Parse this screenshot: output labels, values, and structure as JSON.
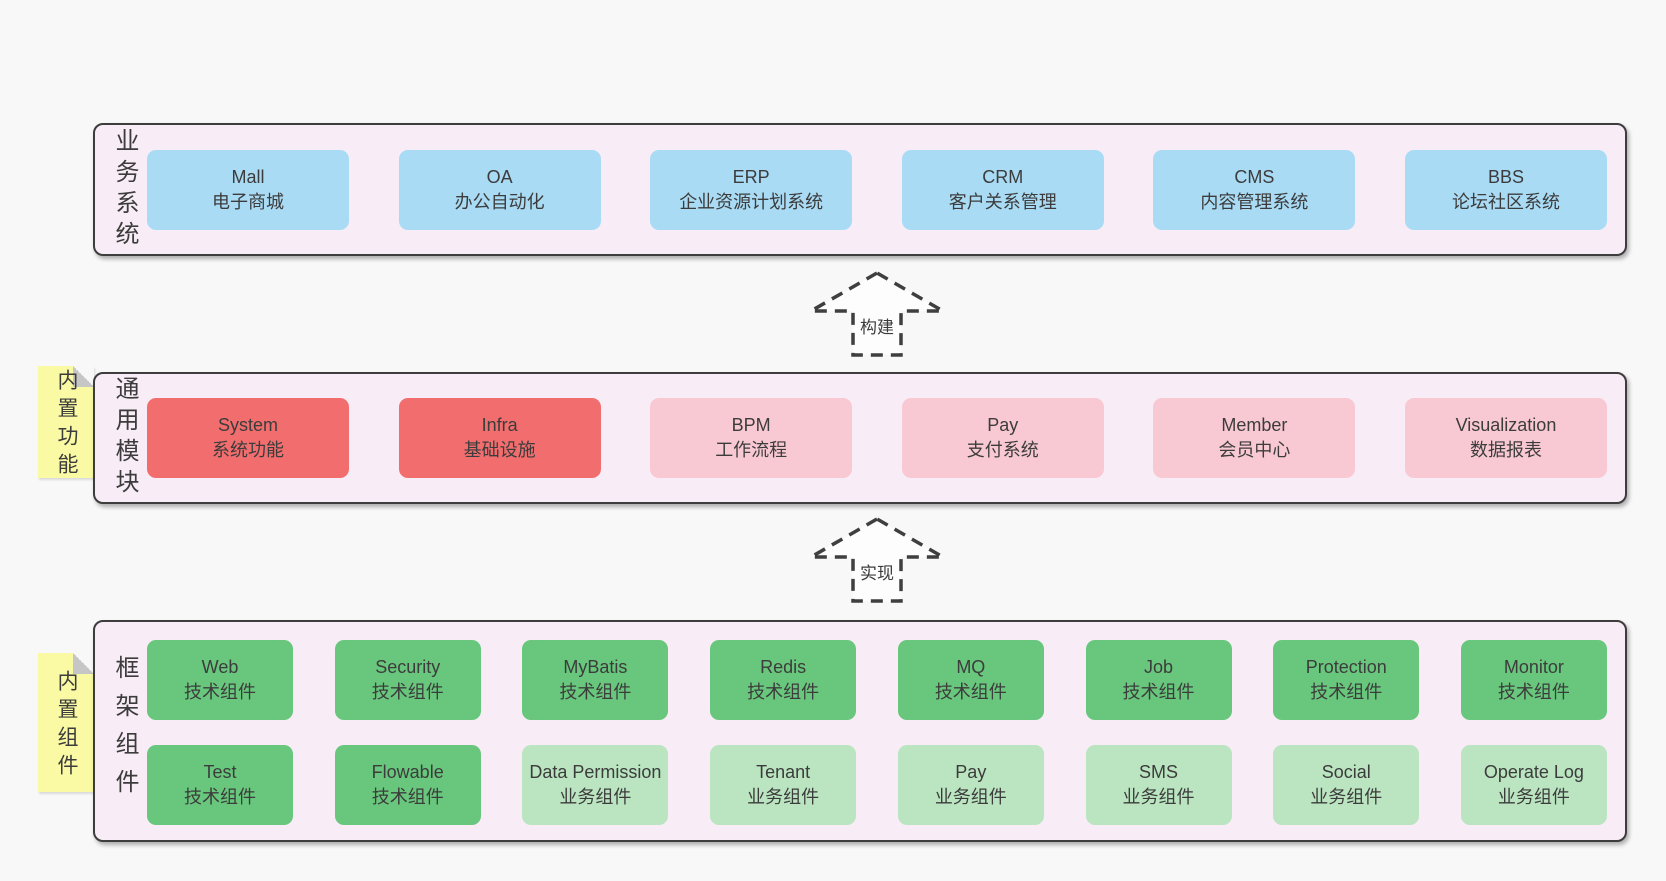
{
  "page": {
    "background": "#f8f8f8"
  },
  "colors": {
    "band_background": "#f8edf6",
    "band_border": "#3d3d3d",
    "blue_box": "#a9dbf5",
    "red_box": "#f26d6d",
    "pink_box": "#f9c9d3",
    "green_box": "#68c77c",
    "light_green_box": "#bae5c0",
    "sticky_note": "#fafaa5",
    "text": "#3c3c3c"
  },
  "bands": [
    {
      "label": "业务系统",
      "boxes": [
        {
          "en": "Mall",
          "zh": "电子商城",
          "color": "blue"
        },
        {
          "en": "OA",
          "zh": "办公自动化",
          "color": "blue"
        },
        {
          "en": "ERP",
          "zh": "企业资源计划系统",
          "color": "blue"
        },
        {
          "en": "CRM",
          "zh": "客户关系管理",
          "color": "blue"
        },
        {
          "en": "CMS",
          "zh": "内容管理系统",
          "color": "blue"
        },
        {
          "en": "BBS",
          "zh": "论坛社区系统",
          "color": "blue"
        }
      ]
    },
    {
      "label": "通用模块",
      "sticky": "内置功能",
      "boxes": [
        {
          "en": "System",
          "zh": "系统功能",
          "color": "red"
        },
        {
          "en": "Infra",
          "zh": "基础设施",
          "color": "red"
        },
        {
          "en": "BPM",
          "zh": "工作流程",
          "color": "pink"
        },
        {
          "en": "Pay",
          "zh": "支付系统",
          "color": "pink"
        },
        {
          "en": "Member",
          "zh": "会员中心",
          "color": "pink"
        },
        {
          "en": "Visualization",
          "zh": "数据报表",
          "color": "pink"
        }
      ]
    },
    {
      "label": "框架组件",
      "sticky": "内置组件",
      "rows": [
        [
          {
            "en": "Web",
            "zh": "技术组件",
            "color": "green"
          },
          {
            "en": "Security",
            "zh": "技术组件",
            "color": "green"
          },
          {
            "en": "MyBatis",
            "zh": "技术组件",
            "color": "green"
          },
          {
            "en": "Redis",
            "zh": "技术组件",
            "color": "green"
          },
          {
            "en": "MQ",
            "zh": "技术组件",
            "color": "green"
          },
          {
            "en": "Job",
            "zh": "技术组件",
            "color": "green"
          },
          {
            "en": "Protection",
            "zh": "技术组件",
            "color": "green"
          },
          {
            "en": "Monitor",
            "zh": "技术组件",
            "color": "green"
          }
        ],
        [
          {
            "en": "Test",
            "zh": "技术组件",
            "color": "green"
          },
          {
            "en": "Flowable",
            "zh": "技术组件",
            "color": "green"
          },
          {
            "en": "Data Permission",
            "zh": "业务组件",
            "color": "green-light"
          },
          {
            "en": "Tenant",
            "zh": "业务组件",
            "color": "green-light"
          },
          {
            "en": "Pay",
            "zh": "业务组件",
            "color": "green-light"
          },
          {
            "en": "SMS",
            "zh": "业务组件",
            "color": "green-light"
          },
          {
            "en": "Social",
            "zh": "业务组件",
            "color": "green-light"
          },
          {
            "en": "Operate Log",
            "zh": "业务组件",
            "color": "green-light"
          }
        ]
      ]
    }
  ],
  "arrows": [
    {
      "label": "构建"
    },
    {
      "label": "实现"
    }
  ]
}
